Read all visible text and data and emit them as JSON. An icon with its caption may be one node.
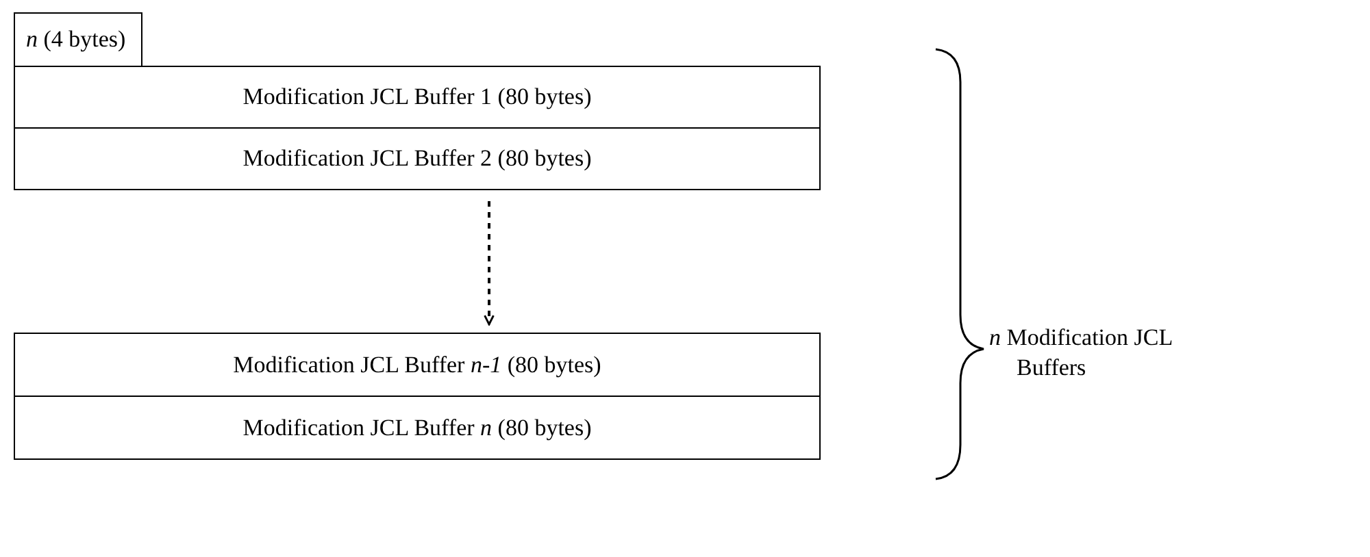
{
  "diagram": {
    "nodes": [
      {
        "text": [
          "*n* (4 bytes)"
        ]
      },
      {
        "text": [
          "Modification JCL Buffer 1 (80 bytes)"
        ]
      },
      {
        "text": [
          "Modification JCL Buffer 2 (80 bytes)"
        ]
      },
      {
        "text": [
          "Modification JCL Buffer *n-1* (80 bytes)"
        ]
      },
      {
        "text": [
          "Modification JCL Buffer *n* (80 bytes)"
        ]
      }
    ],
    "edges": [
      {
        "from": 2,
        "to": 3,
        "arrow": "to",
        "style": "dashed"
      }
    ],
    "labels": [
      "*n* Modification JCL Buffers"
    ]
  }
}
